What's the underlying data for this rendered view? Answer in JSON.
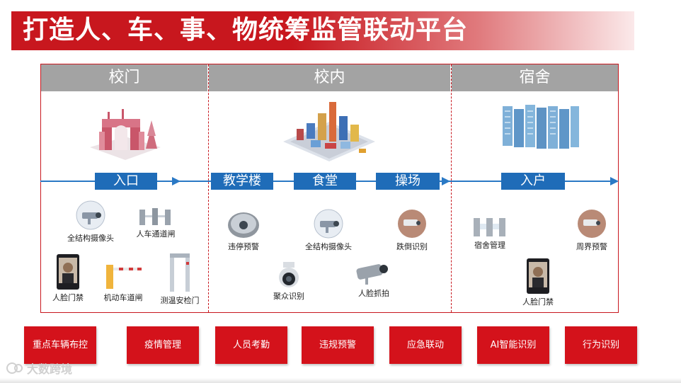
{
  "title": "打造人、车、事、物统筹监管联动平台",
  "columns": [
    "校门",
    "校内",
    "宿舍"
  ],
  "stages": {
    "gate": "入口",
    "campus": [
      "教学楼",
      "食堂",
      "操场"
    ],
    "dorm": "入户"
  },
  "devices": {
    "gate": [
      "全结构摄像头",
      "人车通道闸",
      "人脸门禁",
      "机动车道闸",
      "测温安检门"
    ],
    "campus": [
      "违停预警",
      "全结构摄像头",
      "跌倒识别",
      "聚众识别",
      "人脸抓拍"
    ],
    "dorm": [
      "宿舍管理",
      "周界预警",
      "人脸门禁"
    ]
  },
  "buttons": [
    "重点车辆布控",
    "疫情管理",
    "人员考勤",
    "违规预警",
    "应急联动",
    "AI智能识别",
    "行为识别"
  ],
  "watermark": "大数跨境",
  "colors": {
    "brand_red": "#c8171e",
    "header_gray": "#a3a3a3",
    "flow_blue": "#1f6cb8"
  },
  "icons": [
    "campus-gate-illustration",
    "campus-city-illustration",
    "dormitory-buildings-illustration",
    "dome-camera-icon",
    "turnstile-icon",
    "face-terminal-icon",
    "barrier-gate-icon",
    "metal-detector-gate-icon",
    "bullet-camera-icon",
    "ptz-camera-icon",
    "wall-camera-icon"
  ]
}
